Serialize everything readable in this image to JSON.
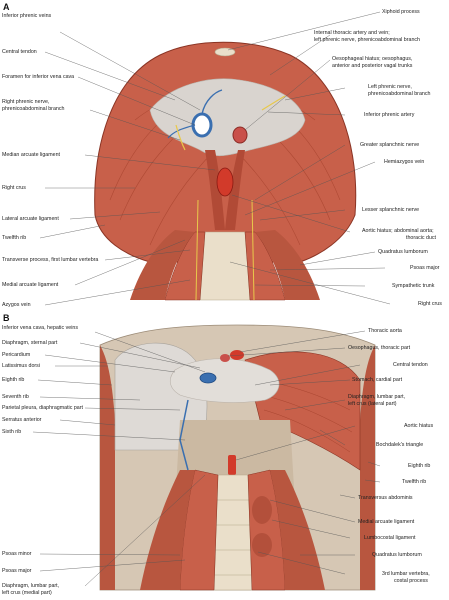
{
  "panels": {
    "a": {
      "letter": "A",
      "labels_left": [
        "Inferior phrenic veins",
        "Central tendon",
        "Foramen for inferior vena cava",
        "Right phrenic nerve,",
        "phrenicoabdominal branch",
        "Median arcuate ligament",
        "Right crus",
        "Lateral arcuate ligament",
        "Twelfth rib",
        "Transverse process, first lumbar vertebra",
        "Medial arcuate ligament",
        "Azygos vein"
      ],
      "labels_right": [
        "Xiphoid process",
        "Internal thoracic artery and vein;",
        "left phrenic nerve, phrenicoabdominal branch",
        "Oesophageal hiatus; oesophagus,",
        "anterior and posterior vagal trunks",
        "Left phrenic nerve,",
        "phrenicoabdominal branch",
        "Inferior phrenic artery",
        "Greater splanchnic nerve",
        "Hemiazygos vein",
        "Lesser splanchnic nerve",
        "Aortic hiatus; abdominal aorta;",
        "thoracic duct",
        "Quadratus lumborum",
        "Psoas major",
        "Sympathetic trunk",
        "Right crus"
      ]
    },
    "b": {
      "letter": "B",
      "labels_left": [
        "Inferior vena cava, hepatic veins",
        "Diaphragm, sternal part",
        "Pericardium",
        "Latissimus dorsi",
        "Eighth rib",
        "Seventh rib",
        "Parietal pleura, diaphragmatic part",
        "Serratus anterior",
        "Sixth rib",
        "Psoas minor",
        "Psoas major",
        "Diaphragm, lumbar part,",
        "left crus (medial part)"
      ],
      "labels_right": [
        "Thoracic aorta",
        "Oesophagus, thoracic part",
        "Central tendon",
        "Stomach, cardial part",
        "Diaphragm, lumbar part,",
        "left crus (lateral part)",
        "Aortic hiatus",
        "Bochdalek's triangle",
        "Eighth rib",
        "Twelfth rib",
        "Transversus abdominis",
        "Medial arcuate ligament",
        "Lumbocostal ligament",
        "Quadratus lumborum",
        "3rd lumbar vertebra,",
        "costal process"
      ]
    }
  },
  "colors": {
    "muscle": "#c8604a",
    "muscle_dark": "#9a3a2a",
    "tendon": "#d9d4cf",
    "vein": "#3a6fb0",
    "artery": "#d23a2a",
    "nerve": "#e8c84a",
    "bone": "#eadfca",
    "leader": "#555555"
  }
}
